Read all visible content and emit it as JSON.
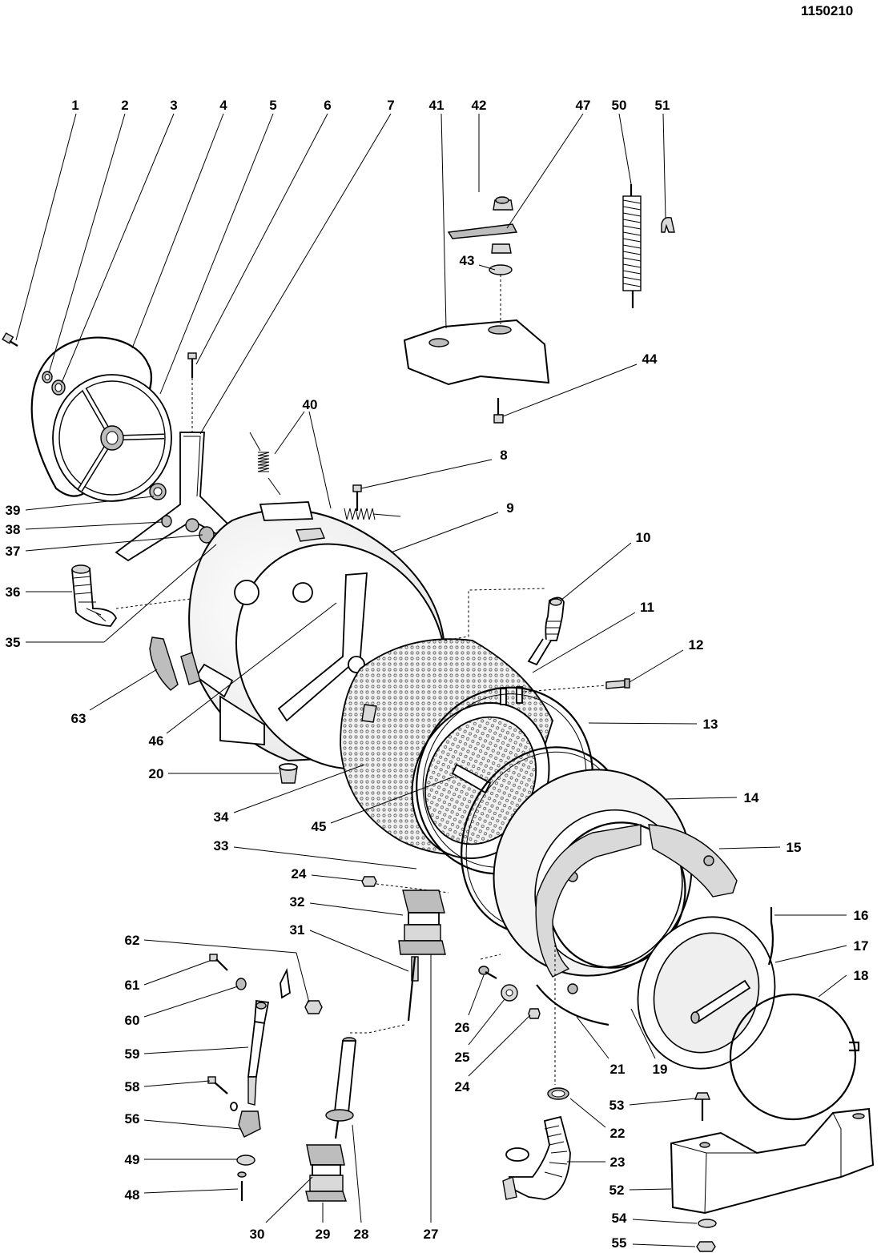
{
  "document": {
    "id": "1150210"
  },
  "callouts": [
    {
      "n": "1"
    },
    {
      "n": "2"
    },
    {
      "n": "3"
    },
    {
      "n": "4"
    },
    {
      "n": "5"
    },
    {
      "n": "6"
    },
    {
      "n": "7"
    },
    {
      "n": "41"
    },
    {
      "n": "42"
    },
    {
      "n": "47"
    },
    {
      "n": "50"
    },
    {
      "n": "51"
    },
    {
      "n": "43"
    },
    {
      "n": "44"
    },
    {
      "n": "40"
    },
    {
      "n": "8"
    },
    {
      "n": "9"
    },
    {
      "n": "10"
    },
    {
      "n": "11"
    },
    {
      "n": "12"
    },
    {
      "n": "13"
    },
    {
      "n": "14"
    },
    {
      "n": "15"
    },
    {
      "n": "16"
    },
    {
      "n": "17"
    },
    {
      "n": "18"
    },
    {
      "n": "39"
    },
    {
      "n": "38"
    },
    {
      "n": "37"
    },
    {
      "n": "36"
    },
    {
      "n": "35"
    },
    {
      "n": "63"
    },
    {
      "n": "46"
    },
    {
      "n": "20"
    },
    {
      "n": "34"
    },
    {
      "n": "45"
    },
    {
      "n": "33"
    },
    {
      "n": "24"
    },
    {
      "n": "32"
    },
    {
      "n": "31"
    },
    {
      "n": "62"
    },
    {
      "n": "61"
    },
    {
      "n": "60"
    },
    {
      "n": "59"
    },
    {
      "n": "58"
    },
    {
      "n": "56"
    },
    {
      "n": "49"
    },
    {
      "n": "48"
    },
    {
      "n": "30"
    },
    {
      "n": "29"
    },
    {
      "n": "28"
    },
    {
      "n": "27"
    },
    {
      "n": "26"
    },
    {
      "n": "25"
    },
    {
      "n": "24"
    },
    {
      "n": "21"
    },
    {
      "n": "19"
    },
    {
      "n": "22"
    },
    {
      "n": "23"
    },
    {
      "n": "53"
    },
    {
      "n": "52"
    },
    {
      "n": "54"
    },
    {
      "n": "55"
    }
  ]
}
